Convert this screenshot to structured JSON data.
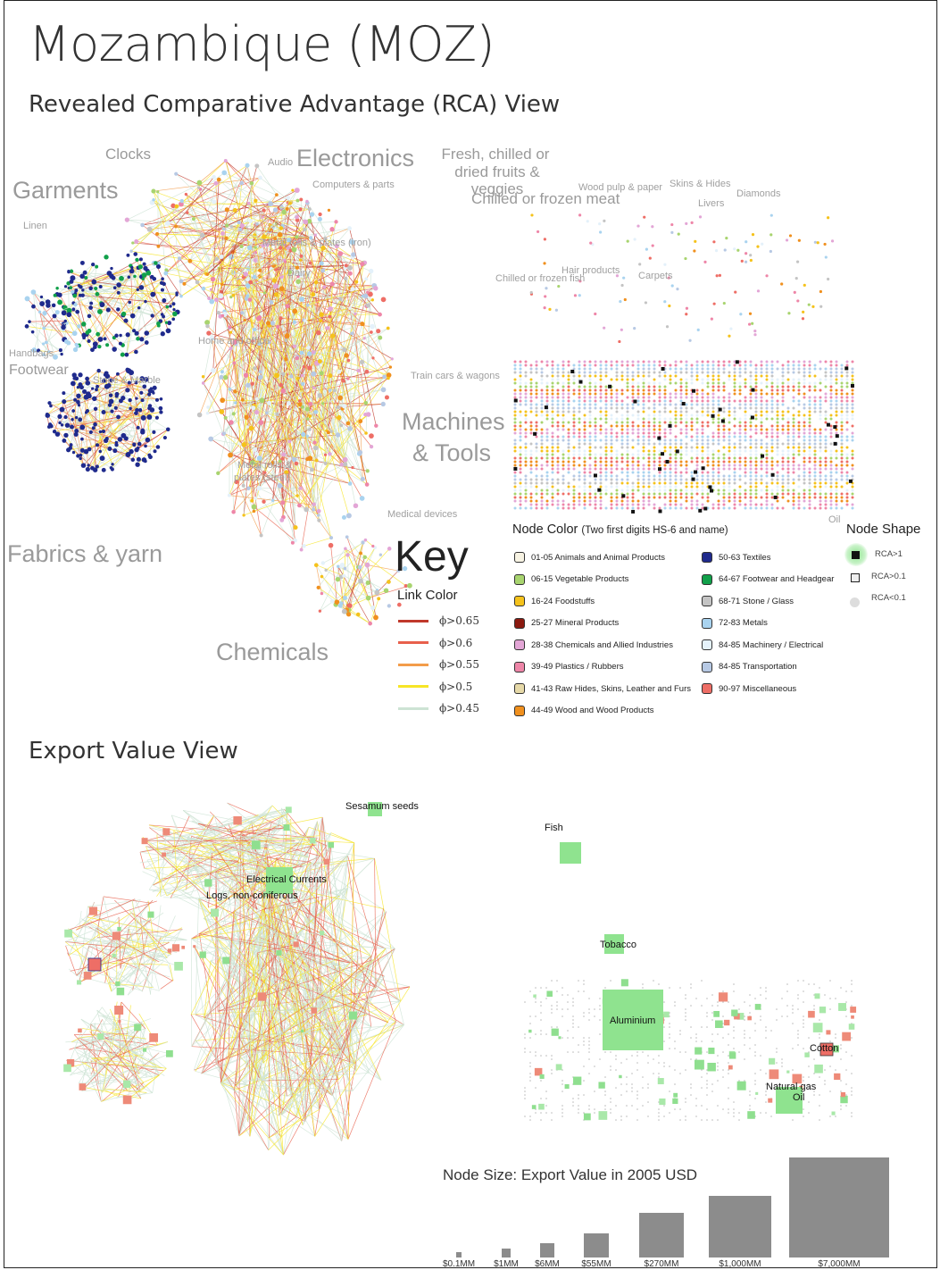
{
  "title": "Mozambique (MOZ)",
  "rca_view": {
    "heading": "Revealed Comparative Advantage (RCA) View",
    "labels": {
      "clocks": "Clocks",
      "audio": "Audio",
      "electronics": "Electronics",
      "fresh_fruits_l1": "Fresh, chilled or",
      "fresh_fruits_l2": "dried fruits & veggies",
      "garments": "Garments",
      "computers": "Computers & parts",
      "chilled_meat": "Chilled or frozen meat",
      "wood_pulp": "Wood pulp & paper",
      "skins_hides": "Skins & Hides",
      "diamonds": "Diamonds",
      "livers": "Livers",
      "linen": "Linen",
      "metal_rolls": "Metal rolls & plates (iron)",
      "dairy": "Dairy",
      "hair_products": "Hair products",
      "carpets": "Carpets",
      "chilled_fish": "Chilled or frozen fish",
      "home_office": "Home and office",
      "handbags": "Handbags",
      "footwear": "Footwear",
      "stone_marble": "Stone & Marble",
      "train_cars": "Train cars & wagons",
      "machines_l1": "Machines",
      "machines_l2": "& Tools",
      "metal_rolls_steel_l1": "Metal rolls &",
      "metal_rolls_steel_l2": "plates (steel)",
      "medical": "Medical devices",
      "fabrics": "Fabrics & yarn",
      "oil": "Oil",
      "chemicals": "Chemicals"
    }
  },
  "key": {
    "title": "Key",
    "link_color_title": "Link Color",
    "links": [
      {
        "label": "ϕ>0.65",
        "color": "#c0392b"
      },
      {
        "label": "ϕ>0.6",
        "color": "#e8604c"
      },
      {
        "label": "ϕ>0.55",
        "color": "#f39c4a"
      },
      {
        "label": "ϕ>0.5",
        "color": "#f7e526"
      },
      {
        "label": "ϕ>0.45",
        "color": "#cde3d4"
      }
    ],
    "node_color_title": "Node Color",
    "node_color_subtitle": "(Two first digits HS-6 and name)",
    "node_colors_left": [
      {
        "label": "01-05 Animals and Animal Products",
        "color": "#f7f3e3"
      },
      {
        "label": "06-15 Vegetable Products",
        "color": "#a8d46f"
      },
      {
        "label": "16-24 Foodstuffs",
        "color": "#f5c21b"
      },
      {
        "label": "25-27 Mineral Products",
        "color": "#8b1a10"
      },
      {
        "label": "28-38 Chemicals and Allied Industries",
        "color": "#e3a6d6"
      },
      {
        "label": "39-49 Plastics / Rubbers",
        "color": "#ee86a8"
      },
      {
        "label": "41-43 Raw Hides, Skins, Leather and Furs",
        "color": "#e6d9a8"
      },
      {
        "label": "44-49 Wood and Wood Products",
        "color": "#f0901e"
      }
    ],
    "node_colors_right": [
      {
        "label": "50-63 Textiles",
        "color": "#1f2a8c"
      },
      {
        "label": "64-67 Footwear and Headgear",
        "color": "#11a04a"
      },
      {
        "label": "68-71 Stone / Glass",
        "color": "#c4c4c4"
      },
      {
        "label": "72-83 Metals",
        "color": "#a9d3ef"
      },
      {
        "label": "84-85 Machinery / Electrical",
        "color": "#e4f1fa"
      },
      {
        "label": "84-85 Transportation",
        "color": "#b7c9e4"
      },
      {
        "label": "90-97 Miscellaneous",
        "color": "#ee6e66"
      }
    ],
    "node_shape_title": "Node Shape",
    "node_shapes": [
      {
        "label": "RCA>1"
      },
      {
        "label": "RCA>0.1"
      },
      {
        "label": "RCA<0.1"
      }
    ]
  },
  "export_view": {
    "heading": "Export Value View",
    "labels": {
      "sesamum": "Sesamum seeds",
      "fish": "Fish",
      "electrical": "Electrical Currents",
      "logs": "Logs, non-coniferous",
      "tobacco": "Tobacco",
      "aluminium": "Aluminium",
      "cotton": "Cotton",
      "natural_gas": "Natural gas",
      "oil": "Oil"
    }
  },
  "node_size": {
    "title": "Node Size: Export Value in 2005 USD",
    "bars": [
      {
        "label": "$0.1MM",
        "relative": 0.003
      },
      {
        "label": "$1MM",
        "relative": 0.008
      },
      {
        "label": "$6MM",
        "relative": 0.02
      },
      {
        "label": "$55MM",
        "relative": 0.06
      },
      {
        "label": "$270MM",
        "relative": 0.2
      },
      {
        "label": "$1,000MM",
        "relative": 0.38
      },
      {
        "label": "$7,000MM",
        "relative": 1.0
      }
    ]
  }
}
